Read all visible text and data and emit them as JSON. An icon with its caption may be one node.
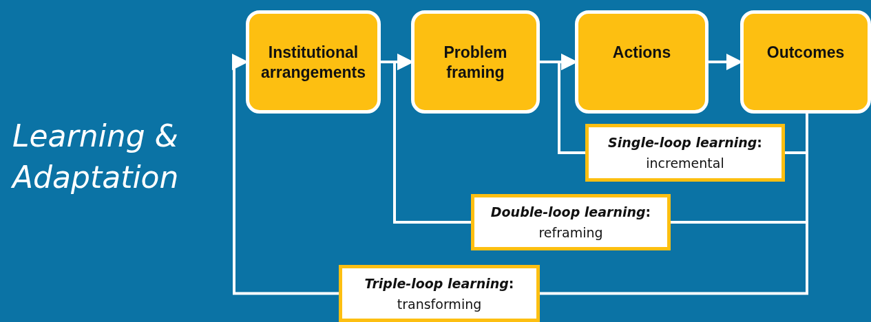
{
  "diagram": {
    "title": "Learning & Adaptation",
    "nodes": [
      {
        "text": [
          "Institutional arrangements"
        ]
      },
      {
        "text": [
          "Problem framing"
        ]
      },
      {
        "text": [
          "Actions"
        ]
      },
      {
        "text": [
          "Outcomes"
        ]
      },
      {
        "text": [
          "*Single-loop learning*:",
          "incremental"
        ]
      },
      {
        "text": [
          "*Double-loop learning*:",
          "reframing"
        ]
      },
      {
        "text": [
          "*Triple-loop learning*:",
          "transforming"
        ]
      }
    ],
    "edges": [
      {
        "from": 0,
        "to": 1,
        "arrow": "to"
      },
      {
        "from": 1,
        "to": 2,
        "arrow": "to"
      },
      {
        "from": 2,
        "to": 3,
        "arrow": "to"
      },
      {
        "from": 3,
        "to": 4,
        "arrow": "none"
      },
      {
        "from": 4,
        "to": 2,
        "arrow": "to"
      },
      {
        "from": 3,
        "to": 5,
        "arrow": "none"
      },
      {
        "from": 5,
        "to": 1,
        "arrow": "to"
      },
      {
        "from": 3,
        "to": 6,
        "arrow": "none"
      },
      {
        "from": 6,
        "to": 0,
        "arrow": "to"
      }
    ]
  }
}
